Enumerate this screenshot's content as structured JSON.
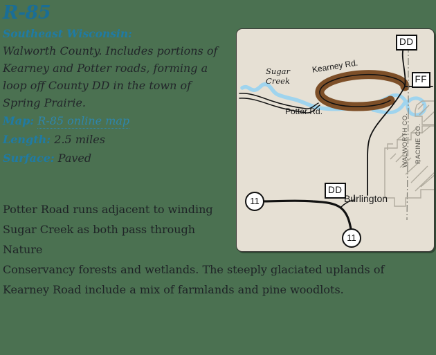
{
  "page": {
    "background_color": "#4b7151",
    "text_color": "#22262a",
    "accent_color": "#1a6e96"
  },
  "route": {
    "title": "R-85",
    "region_label": "Southeast Wisconsin:",
    "description": "Walworth County. Includes portions of Kearney and Potter roads, forming a loop off County DD in the town of Spring Prairie.",
    "map_label": "Map:",
    "map_link_text": "R-85 online map",
    "length_label": "Length:",
    "length_value": "2.5 miles",
    "surface_label": "Surface:",
    "surface_value": "Paved",
    "narrow_paragraph": "Potter Road runs adjacent to winding Sugar Creek as both pass through Nature",
    "wide_paragraph": "Conservancy forests and wetlands. The steeply glaciated uplands of Kearney Road include a mix of farmlands and pine woodlots."
  },
  "map": {
    "background_color": "#e6e0d4",
    "border_color": "#3a3a36",
    "route_highlight_color": "#7d4f28",
    "water_color": "#9fd4ee",
    "road_color": "#111111",
    "city_outline_color": "#b0ab9e",
    "labels": {
      "kearney_road": "Kearney Rd.",
      "potter_road": "Potter  Rd.",
      "sugar_creek_line1": "Sugar",
      "sugar_creek_line2": "Creek",
      "burlington": "Burlington",
      "walworth_county": "WALWORTH CO.",
      "racine_county": "RACINE CO."
    },
    "shields": {
      "dd_north": "DD",
      "ff_east": "FF",
      "dd_south": "DD",
      "hwy_11_west": "11",
      "hwy_11_south": "11"
    }
  }
}
